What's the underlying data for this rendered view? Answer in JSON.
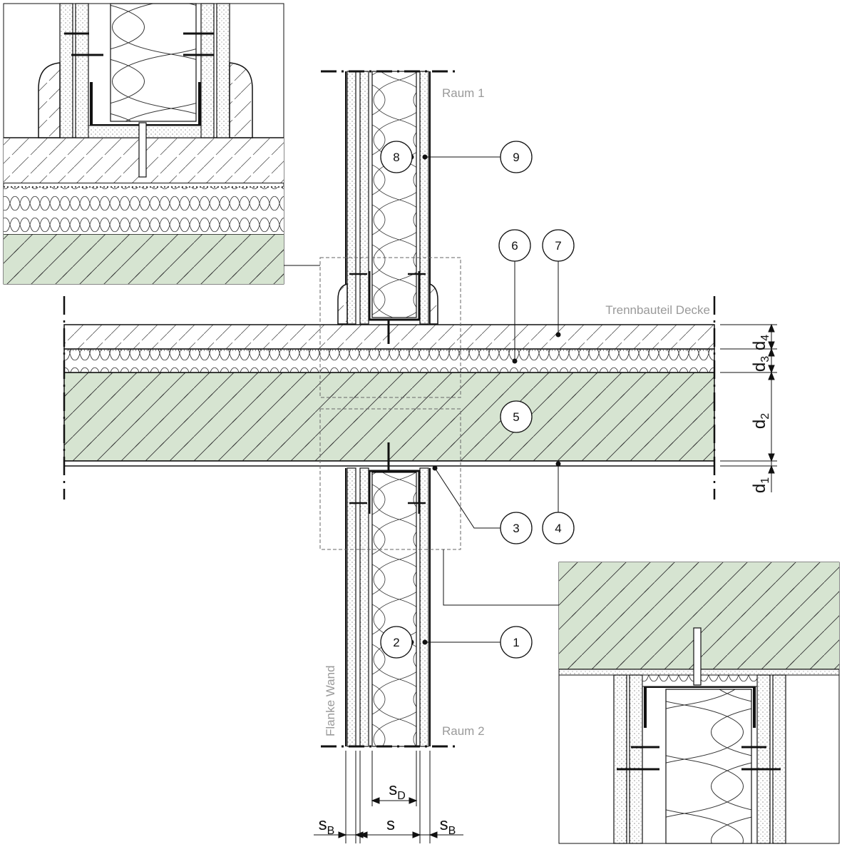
{
  "labels": {
    "room1": "Raum 1",
    "room2": "Raum 2",
    "separating_element": "Trennbauteil Decke",
    "flank": "Flanke Wand"
  },
  "callouts": [
    {
      "id": "1",
      "text": "1"
    },
    {
      "id": "2",
      "text": "2"
    },
    {
      "id": "3",
      "text": "3"
    },
    {
      "id": "4",
      "text": "4"
    },
    {
      "id": "5",
      "text": "5"
    },
    {
      "id": "6",
      "text": "6"
    },
    {
      "id": "7",
      "text": "7"
    },
    {
      "id": "8",
      "text": "8"
    },
    {
      "id": "9",
      "text": "9"
    }
  ],
  "dimensions": {
    "d1": {
      "main": "d",
      "sub": "1"
    },
    "d2": {
      "main": "d",
      "sub": "2"
    },
    "d3": {
      "main": "d",
      "sub": "3"
    },
    "d4": {
      "main": "d",
      "sub": "4"
    },
    "sD": {
      "main": "s",
      "sub": "D"
    },
    "s": {
      "main": "s",
      "sub": ""
    },
    "sB_left": {
      "main": "s",
      "sub": "B"
    },
    "sB_right": {
      "main": "s",
      "sub": "B"
    }
  },
  "colors": {
    "concrete": "#d6e4d1",
    "line": "#111111",
    "label_gray": "#9a9a9a"
  }
}
